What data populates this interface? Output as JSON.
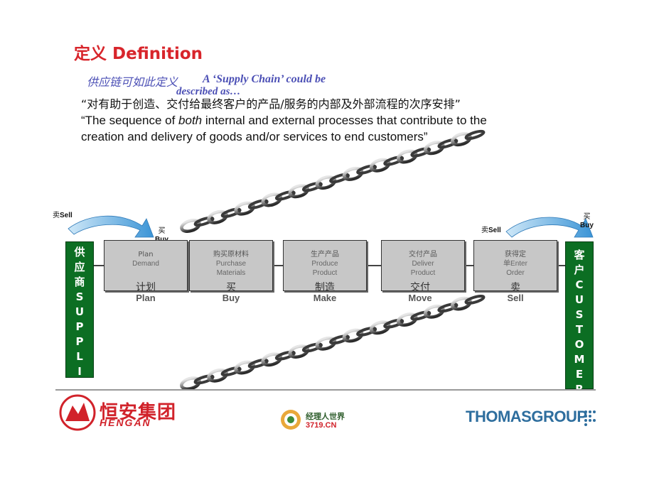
{
  "title": "定义 Definition",
  "subtitle": {
    "cn": "供应链可如此定义",
    "en": "A ‘Supply Chain’ could be",
    "en2": "described as…"
  },
  "definition": {
    "cn": "“对有助于创造、交付给最终客户的产品/服务的内部及外部流程的次序安排”",
    "en_line1_pre": "“The sequence of ",
    "en_line1_em": "both",
    "en_line1_post": " internal and external processes that contribute to the",
    "en_line2": "creation and delivery of goods and/or services to end customers”"
  },
  "supplier": {
    "chars": [
      "供",
      "应",
      "商",
      "S",
      "U",
      "P",
      "P",
      "L",
      "I"
    ]
  },
  "customer": {
    "chars": [
      "客",
      "户",
      "C",
      "U",
      "S",
      "T",
      "O",
      "M",
      "E",
      "R"
    ]
  },
  "sell_buy": {
    "sell_left_cn": "卖",
    "sell_left_en": "Sell",
    "buy_left_cn": "买",
    "buy_left_en": "Buy",
    "sell_right_cn": "卖",
    "sell_right_en": "Sell",
    "buy_right_cn": "买",
    "buy_right_en": "Buy"
  },
  "processes": [
    {
      "cn": "Plan",
      "en": "Demand",
      "en2": "",
      "phase_cn": "计划",
      "phase_en": "Plan"
    },
    {
      "cn": "购买原材料",
      "en": "Purchase",
      "en2": "Materials",
      "phase_cn": "买",
      "phase_en": "Buy"
    },
    {
      "cn": "生产产品",
      "en": "Produce",
      "en2": "Product",
      "phase_cn": "制造",
      "phase_en": "Make"
    },
    {
      "cn": "交付产品",
      "en": "Deliver",
      "en2": "Product",
      "phase_cn": "交付",
      "phase_en": "Move"
    },
    {
      "cn": "获得定",
      "en": "单Enter",
      "en2": "Order",
      "phase_cn": "卖",
      "phase_en": "Sell"
    }
  ],
  "footer": {
    "hengan_cn": "恒安集团",
    "hengan_en": "HENGAN",
    "jlrsj_cn": "经理人世界",
    "jlrsj_en": "3719.CN",
    "thomas": "THOMASGROUP"
  },
  "colors": {
    "title_red": "#d8252b",
    "subtitle_blue": "#4b4fb5",
    "sidebar_green": "#0c6e23",
    "arrow_blue": "#4aa3de",
    "box_gray": "#c7c7c7"
  }
}
